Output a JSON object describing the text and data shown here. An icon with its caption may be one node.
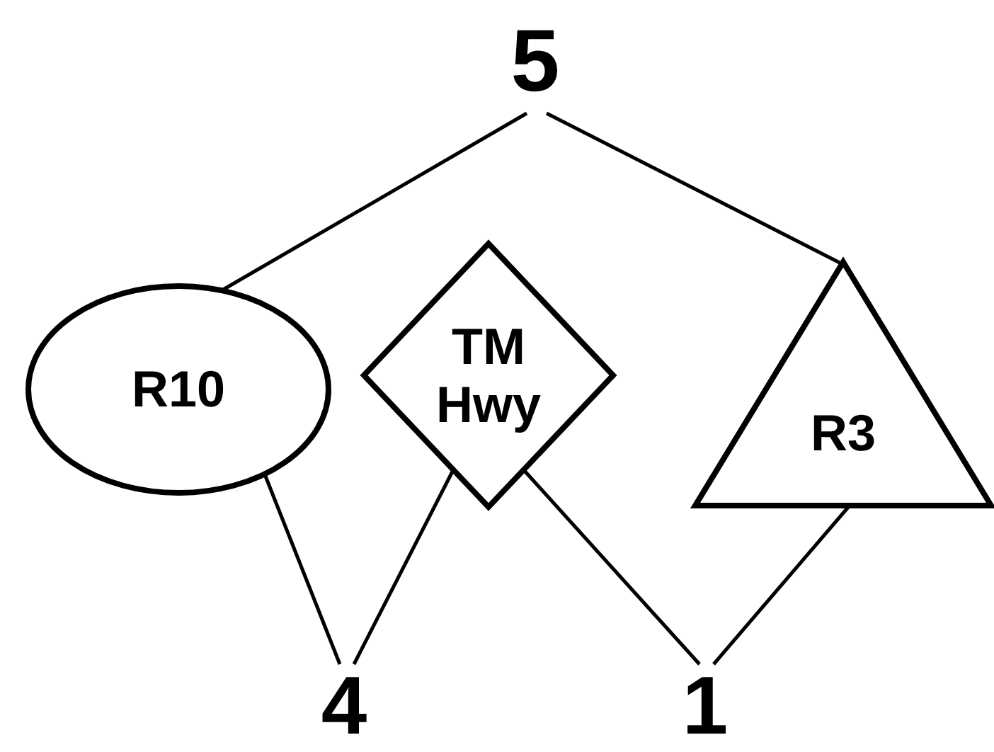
{
  "diagram": {
    "nodes": [
      {
        "text": [
          "5"
        ]
      },
      {
        "text": [
          "R10"
        ]
      },
      {
        "text": [
          "TM Hwy"
        ]
      },
      {
        "text": [
          "R3"
        ]
      },
      {
        "text": [
          "4"
        ]
      },
      {
        "text": [
          "1"
        ]
      }
    ],
    "edges": [
      {
        "from": 0,
        "to": 1,
        "arrow": "none"
      },
      {
        "from": 0,
        "to": 3,
        "arrow": "none"
      },
      {
        "from": 1,
        "to": 4,
        "arrow": "none"
      },
      {
        "from": 2,
        "to": 4,
        "arrow": "none"
      },
      {
        "from": 2,
        "to": 5,
        "arrow": "none"
      },
      {
        "from": 3,
        "to": 5,
        "arrow": "none"
      }
    ]
  }
}
